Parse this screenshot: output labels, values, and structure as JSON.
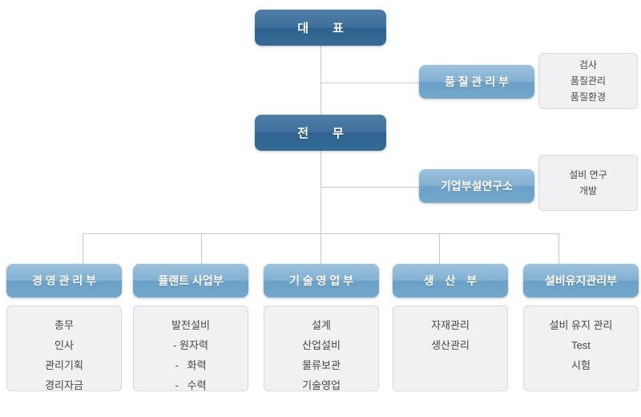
{
  "colors": {
    "node_dark_blue": "#3a6e9b",
    "node_light_blue": "#7fb0d3",
    "connector_line": "#c9c9c9",
    "panel_background": "#f1f1f4",
    "panel_border": "#d8d8dd",
    "panel_text": "#474747"
  },
  "org": {
    "ceo": {
      "label": "대　　표"
    },
    "executive": {
      "label": "전　　무"
    },
    "staff_branches": [
      {
        "label": "품 질 관 리 부",
        "items": [
          "검사",
          "품질관리",
          "품질환경"
        ]
      },
      {
        "label": "기업부설연구소",
        "items": [
          "설비 연구",
          "개발"
        ]
      }
    ],
    "departments": [
      {
        "label": "경 영 관 리 부",
        "items": [
          "총무",
          "인사",
          "관리기획",
          "경리자금"
        ]
      },
      {
        "label": "플랜트 사업부",
        "items": [
          "발전설비",
          "- 원자력",
          "-   화력",
          "-   수력"
        ]
      },
      {
        "label": "기 술 영 업 부",
        "items": [
          "설계",
          "산업설비",
          "물류보관",
          "기술영업"
        ]
      },
      {
        "label": "생　산　부",
        "items": [
          "자재관리",
          "생산관리"
        ]
      },
      {
        "label": "설비유지관리부",
        "items": [
          "설비 유지 관리",
          "Test",
          "시험"
        ]
      }
    ]
  }
}
